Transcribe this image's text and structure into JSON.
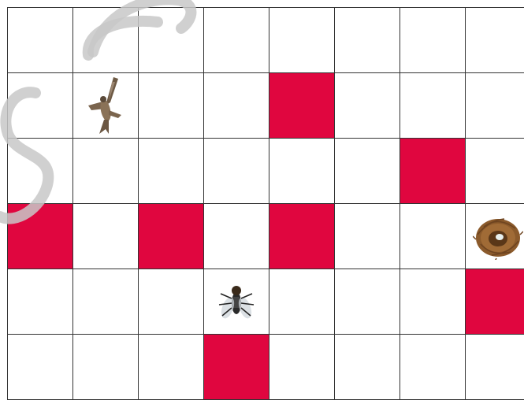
{
  "board": {
    "rows": 6,
    "cols": 8,
    "colors": {
      "blocked": "#e0063f",
      "grid_line": "#333333",
      "background": "#ffffff",
      "watermark": "#c8c8c8"
    },
    "blocked_cells": [
      {
        "row": 1,
        "col": 4
      },
      {
        "row": 2,
        "col": 6
      },
      {
        "row": 3,
        "col": 0
      },
      {
        "row": 3,
        "col": 2
      },
      {
        "row": 3,
        "col": 4
      },
      {
        "row": 4,
        "col": 7
      },
      {
        "row": 5,
        "col": 3
      }
    ],
    "pieces": [
      {
        "name": "hawk-icon",
        "row": 1,
        "col": 1
      },
      {
        "name": "fly-icon",
        "row": 4,
        "col": 3
      },
      {
        "name": "nest-icon",
        "row": 3,
        "col": 7
      }
    ]
  }
}
